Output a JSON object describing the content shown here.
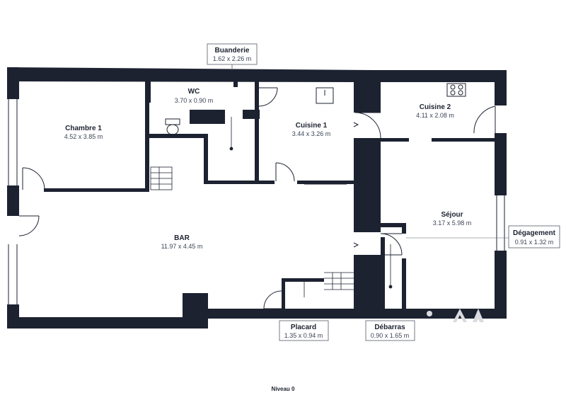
{
  "colors": {
    "wall": "#1c2230",
    "background": "#ffffff",
    "callout_border": "#555b66"
  },
  "rooms": {
    "chambre1": {
      "name": "Chambre 1",
      "dims": "4.52 x 3.85 m"
    },
    "wc": {
      "name": "WC",
      "dims": "3.70 x 0.90 m"
    },
    "cuisine1": {
      "name": "Cuisine 1",
      "dims": "3.44 x 3.26 m"
    },
    "cuisine2": {
      "name": "Cuisine 2",
      "dims": "4.11 x 2.08 m"
    },
    "bar": {
      "name": "BAR",
      "dims": "11.97 x 4.45 m"
    },
    "sejour": {
      "name": "Séjour",
      "dims": "3.17 x 5.98 m"
    }
  },
  "callouts": {
    "buanderie": {
      "name": "Buanderie",
      "dims": "1.62 x 2.26 m"
    },
    "degagement": {
      "name": "Dégagement",
      "dims": "0.91 x 1.32 m"
    },
    "placard": {
      "name": "Placard",
      "dims": "1.35 x 0.94 m"
    },
    "debarras": {
      "name": "Débarras",
      "dims": "0.90 x 1.65 m"
    }
  },
  "level_label": "Niveau 0",
  "icons": [
    "stove-icon",
    "sink-icon",
    "toilet-icon",
    "stairs-icon",
    "door-swing-icon",
    "entry-arrow-icon",
    "watermark-logo"
  ]
}
